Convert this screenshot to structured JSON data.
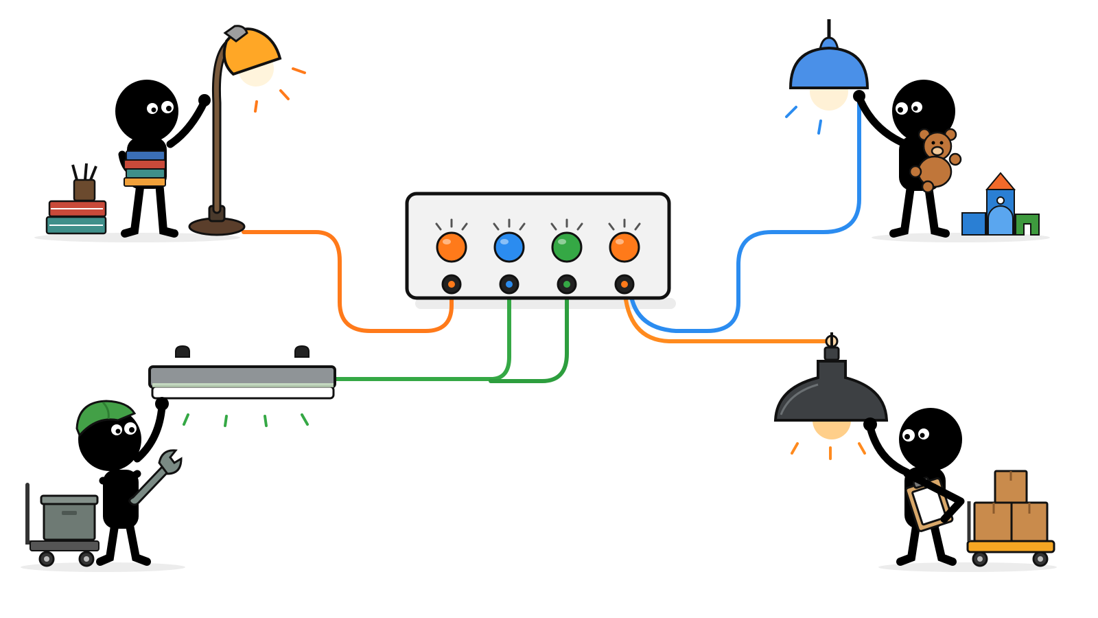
{
  "colors": {
    "background": "#ffffff",
    "outline": "#111111",
    "figure": "#000000",
    "panel_fill": "#f2f2f2",
    "shadow": "#ececec",
    "orange": "#ff7a1a",
    "blue": "#2b8cf0",
    "green": "#35a845",
    "dark_green": "#2d9e3e",
    "lamp_orange": "#ffa726",
    "lamp_blue": "#4a90e8",
    "pendant_dark": "#3d4043",
    "tube_gray": "#8f9497",
    "helmet_green": "#43a047",
    "bin_gray": "#6e7a74",
    "book_red": "#c94a3a",
    "book_teal": "#3f8f8a",
    "book_blue": "#3b6fb6",
    "cardboard": "#c98b4c",
    "teddy": "#c0763a",
    "block_blue": "#2a7fd4",
    "block_green": "#3e9a3e",
    "block_orange": "#f26a2a",
    "cart_orange": "#f5a623"
  },
  "control_panel": {
    "lights": [
      {
        "id": "light-1",
        "color": "orange",
        "state": "on"
      },
      {
        "id": "light-2",
        "color": "blue",
        "state": "on"
      },
      {
        "id": "light-3",
        "color": "green",
        "state": "on"
      },
      {
        "id": "light-4",
        "color": "orange",
        "state": "on"
      }
    ]
  },
  "scenes": [
    {
      "id": "reader",
      "figure": "stick-figure-holding-books",
      "fixture": "desk-lamp",
      "light_color": "orange",
      "props": [
        "book-stack-icon",
        "pencil-cup-icon"
      ]
    },
    {
      "id": "child",
      "figure": "stick-figure-holding-teddy",
      "fixture": "blue-pendant-lamp",
      "light_color": "blue",
      "props": [
        "teddy-bear-icon",
        "toy-blocks-icon"
      ]
    },
    {
      "id": "mechanic",
      "figure": "stick-figure-with-wrench",
      "fixture": "fluorescent-tube-light",
      "light_color": "green",
      "props": [
        "helmet-icon",
        "wrench-icon",
        "utility-cart-icon"
      ]
    },
    {
      "id": "warehouse",
      "figure": "stick-figure-with-clipboard",
      "fixture": "dark-pendant-lamp",
      "light_color": "orange",
      "props": [
        "clipboard-icon",
        "cardboard-boxes-icon",
        "hand-truck-icon"
      ]
    }
  ]
}
